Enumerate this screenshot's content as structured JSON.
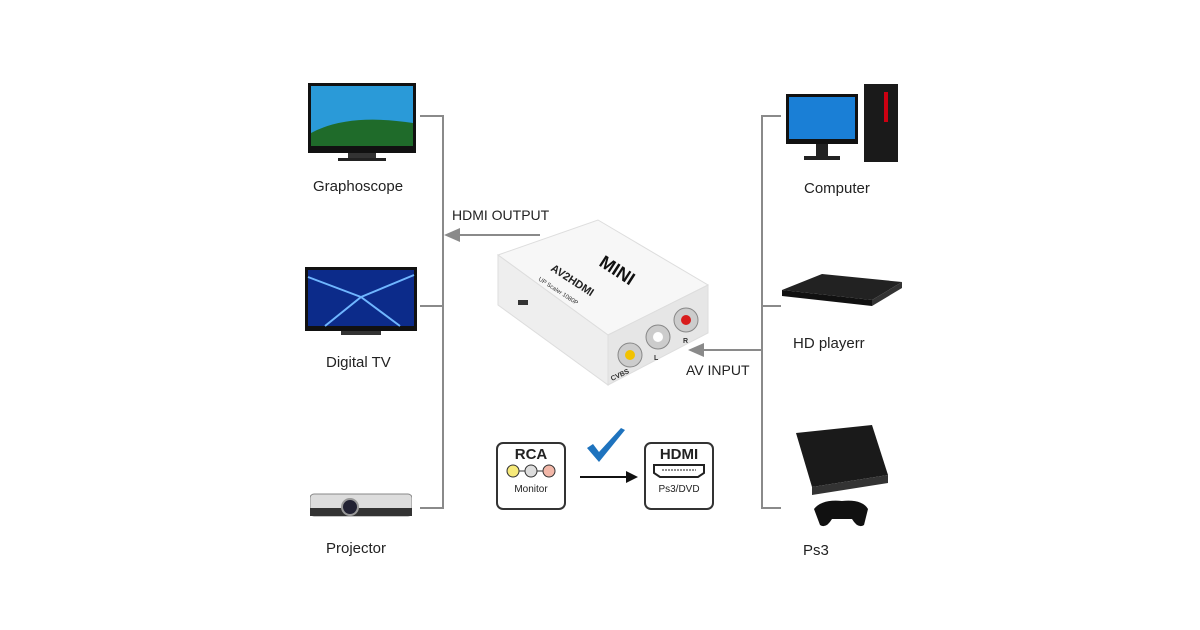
{
  "left_devices": [
    {
      "label": "Graphoscope",
      "icon": "tv-icon"
    },
    {
      "label": "Digital  TV",
      "icon": "tv-icon"
    },
    {
      "label": "Projector",
      "icon": "projector-icon"
    }
  ],
  "right_devices": [
    {
      "label": "Computer",
      "icon": "computer-icon"
    },
    {
      "label": "HD playerr",
      "icon": "dvd-player-icon"
    },
    {
      "label": "Ps3",
      "icon": "game-console-icon"
    }
  ],
  "arrows": {
    "output": "HDMI OUTPUT",
    "input": "AV INPUT"
  },
  "converter": {
    "brand": "MINI",
    "model": "AV2HDMI",
    "subtitle": "UP Scaler 1080P",
    "ports": [
      "CVBS",
      "L",
      "R"
    ]
  },
  "rca_box": {
    "title": "RCA",
    "caption": "Monitor"
  },
  "hdmi_box": {
    "title": "HDMI",
    "caption": "Ps3/DVD"
  },
  "colors": {
    "line": "#8a8a8a",
    "check": "#1e73be",
    "yellow": "#f2c200",
    "red": "#d81b1b"
  }
}
